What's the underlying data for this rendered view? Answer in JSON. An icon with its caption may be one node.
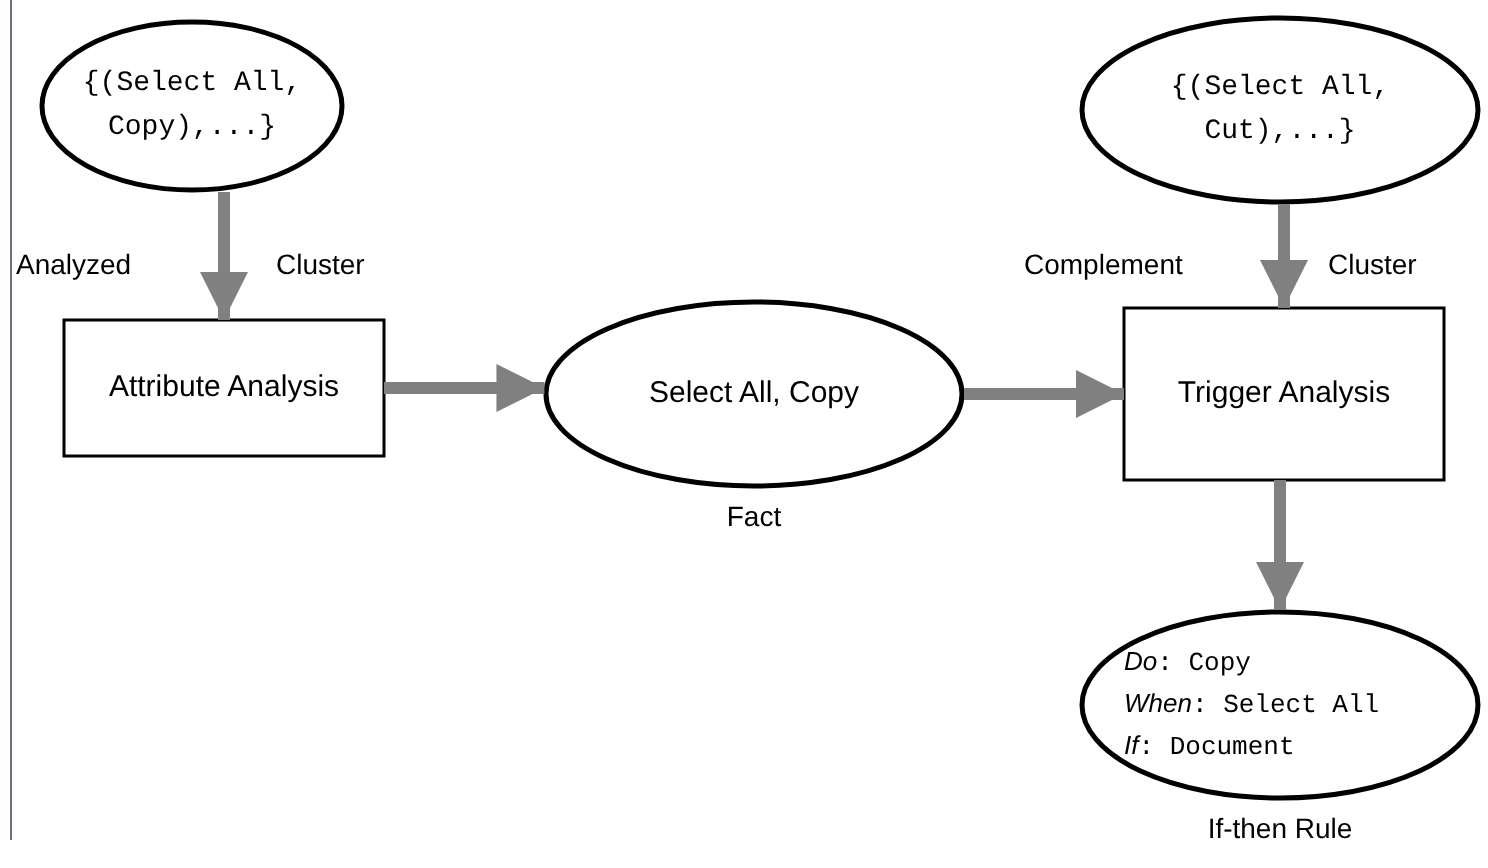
{
  "diagram": {
    "nodes": [
      {
        "text": [
          "{(Select All, Copy),...}"
        ]
      },
      {
        "text": [
          "Attribute Analysis"
        ]
      },
      {
        "text": [
          "Select All, Copy"
        ],
        "beside": [
          "Fact"
        ]
      },
      {
        "text": [
          "{(Select All, Cut),...}"
        ]
      },
      {
        "text": [
          "Trigger Analysis"
        ]
      },
      {
        "text": [
          "*Do*: Copy",
          "*When*: Select All",
          "*If*: Document"
        ],
        "beside": [
          "If-then Rule"
        ]
      }
    ],
    "edges": [
      {
        "from": 0,
        "to": 1,
        "arrow": "to"
      },
      {
        "from": 1,
        "to": 2,
        "arrow": "to"
      },
      {
        "from": 2,
        "to": 4,
        "arrow": "to"
      },
      {
        "from": 3,
        "to": 4,
        "arrow": "to"
      },
      {
        "from": 4,
        "to": 5,
        "arrow": "to"
      }
    ],
    "labels": [
      "Analyzed",
      "Cluster",
      "Complement",
      "Cluster"
    ]
  }
}
